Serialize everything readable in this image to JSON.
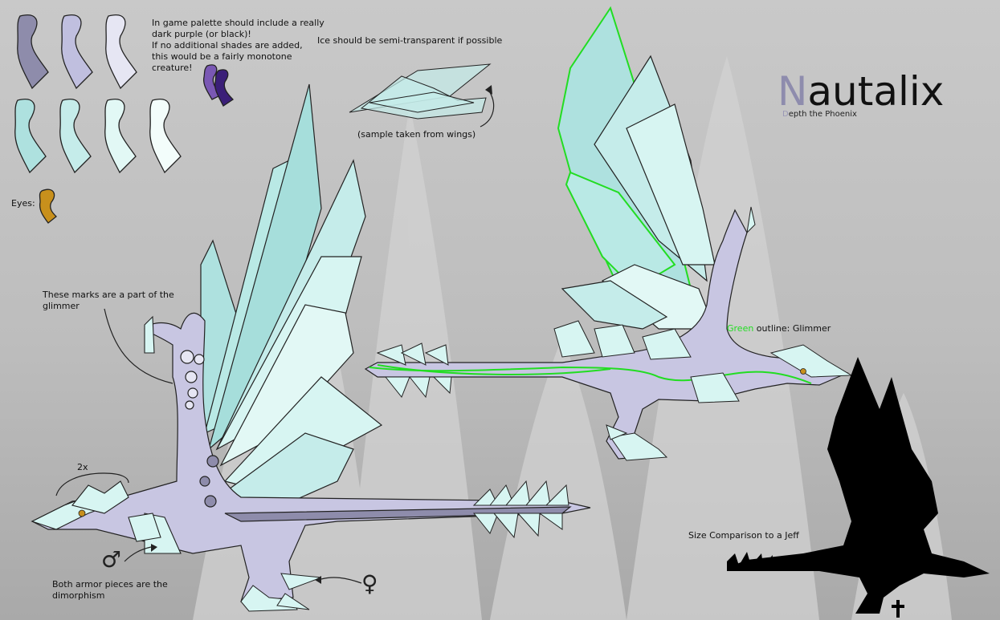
{
  "header": {
    "title_first": "N",
    "title_rest": "autalix",
    "subtitle_first": "D",
    "subtitle_rest": "epth the Phoenix"
  },
  "palette": {
    "swatches": [
      "#8e8cab",
      "#c0bfdf",
      "#e6e6f3",
      "#aee1df",
      "#c5ecea",
      "#e2f8f5",
      "#f3fdfb"
    ],
    "dark_accent_swatches": [
      "#7a58b4",
      "#3b1f78"
    ],
    "eye_swatch": "#c8901c",
    "eyes_label": "Eyes:"
  },
  "notes": {
    "palette_line1": "In game palette should include a really",
    "palette_line2": "dark purple (or black)!",
    "palette_line3": "If no additional shades are added,",
    "palette_line4": "this would be a fairly monotone",
    "palette_line5": "creature!",
    "ice_note": "Ice should be semi-transparent if possible",
    "sample_caption": "(sample taken from wings)",
    "glimmer_marks_line1": "These marks are a part of the",
    "glimmer_marks_line2": "glimmer",
    "multiplier": "2x",
    "armor_line1": "Both armor pieces are the",
    "armor_line2": "dimorphism",
    "male_symbol": "♂",
    "female_symbol": "♀",
    "outline_green_word": "Green",
    "outline_rest": " outline: Glimmer",
    "size_comparison": "Size Comparison to a Jeff"
  },
  "colors": {
    "body": "#c8c6e2",
    "body_dark": "#8e8cab",
    "ice_light": "#d7f5f2",
    "ice_mid": "#b9e9e5",
    "ice_dark": "#a6dedb",
    "glimmer_green": "#22dd22",
    "silhouette": "#000000"
  }
}
